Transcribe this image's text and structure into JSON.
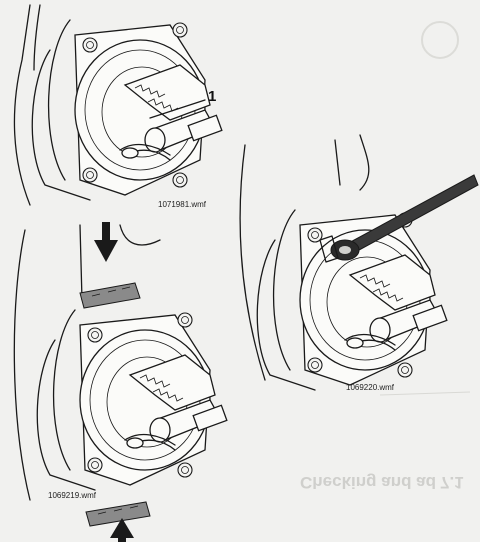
{
  "figure": {
    "panels": [
      {
        "caption": "1071981.wmf",
        "callout": "1"
      },
      {
        "caption": "1069219.wmf"
      },
      {
        "caption": "1069220.wmf"
      }
    ],
    "bleed_through_text": "Checking and ad",
    "bleed_through_number": "7.1"
  },
  "colors": {
    "ink": "#1a1a1a",
    "paper": "#f1f1ef",
    "shim": "#8a8a8a"
  }
}
